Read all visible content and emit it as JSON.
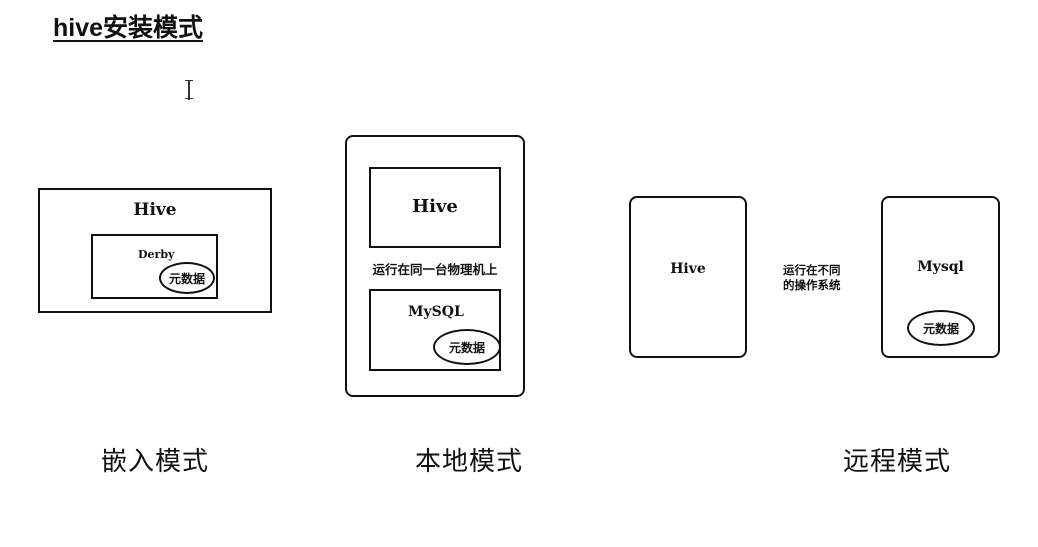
{
  "title": "hive安装模式",
  "embedded": {
    "outer_label": "Hive",
    "inner_label": "Derby",
    "metadata_label": "元数据",
    "caption": "嵌入模式"
  },
  "local": {
    "hive_label": "Hive",
    "middle_text": "运行在同一台物理机上",
    "mysql_label": "MySQL",
    "metadata_label": "元数据",
    "caption": "本地模式"
  },
  "remote": {
    "hive_label": "Hive",
    "middle_text_line1": "运行在不同",
    "middle_text_line2": "的操作系统",
    "mysql_label": "Mysql",
    "metadata_label": "元数据",
    "caption": "远程模式"
  }
}
